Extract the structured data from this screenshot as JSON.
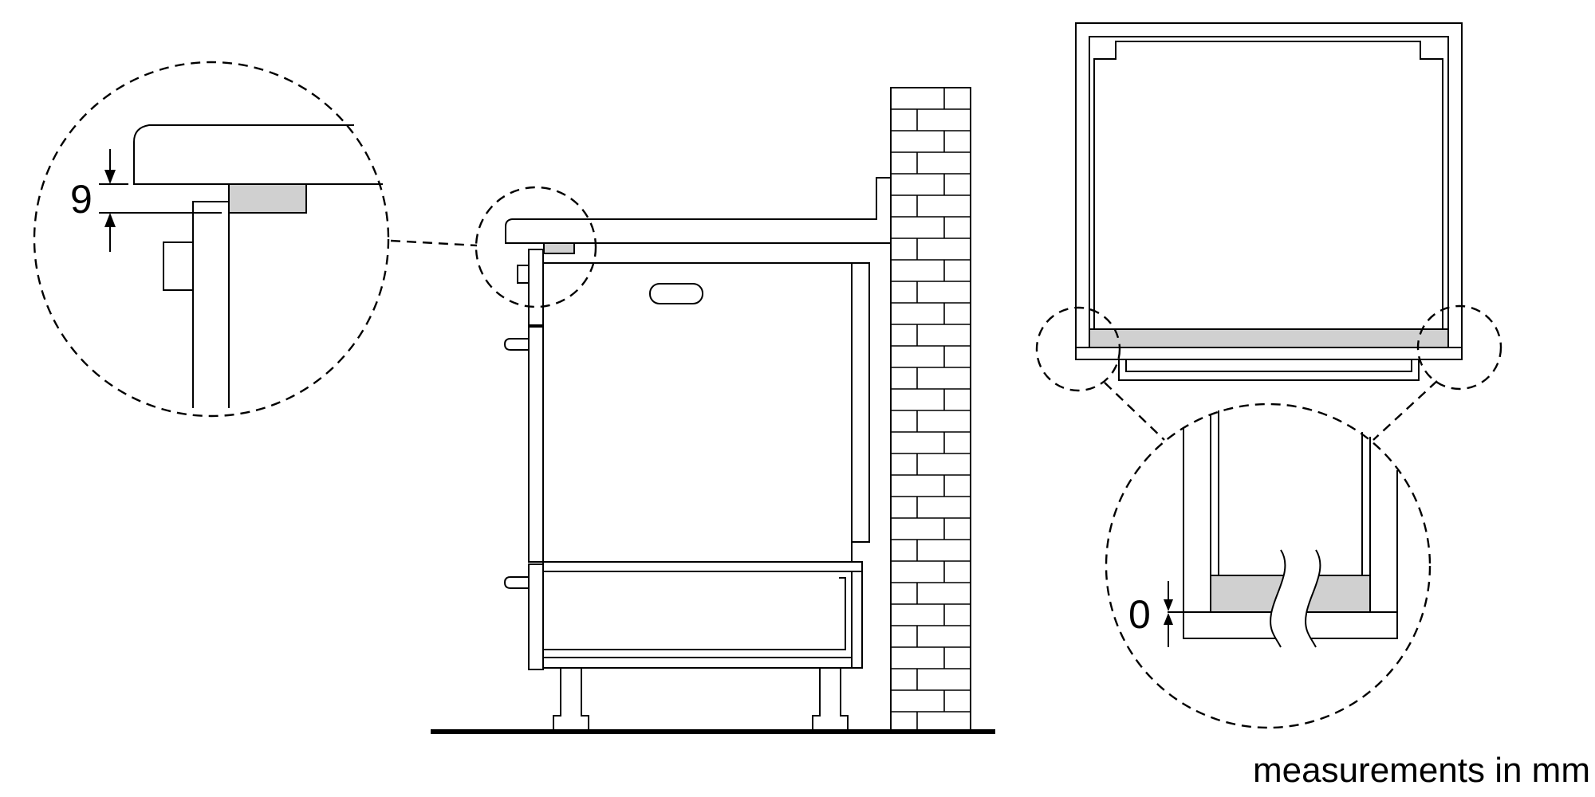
{
  "diagram": {
    "dimensions": {
      "gap_top_detail": "9",
      "gap_bottom_detail": "0"
    },
    "units_note": "measurements in mm"
  }
}
